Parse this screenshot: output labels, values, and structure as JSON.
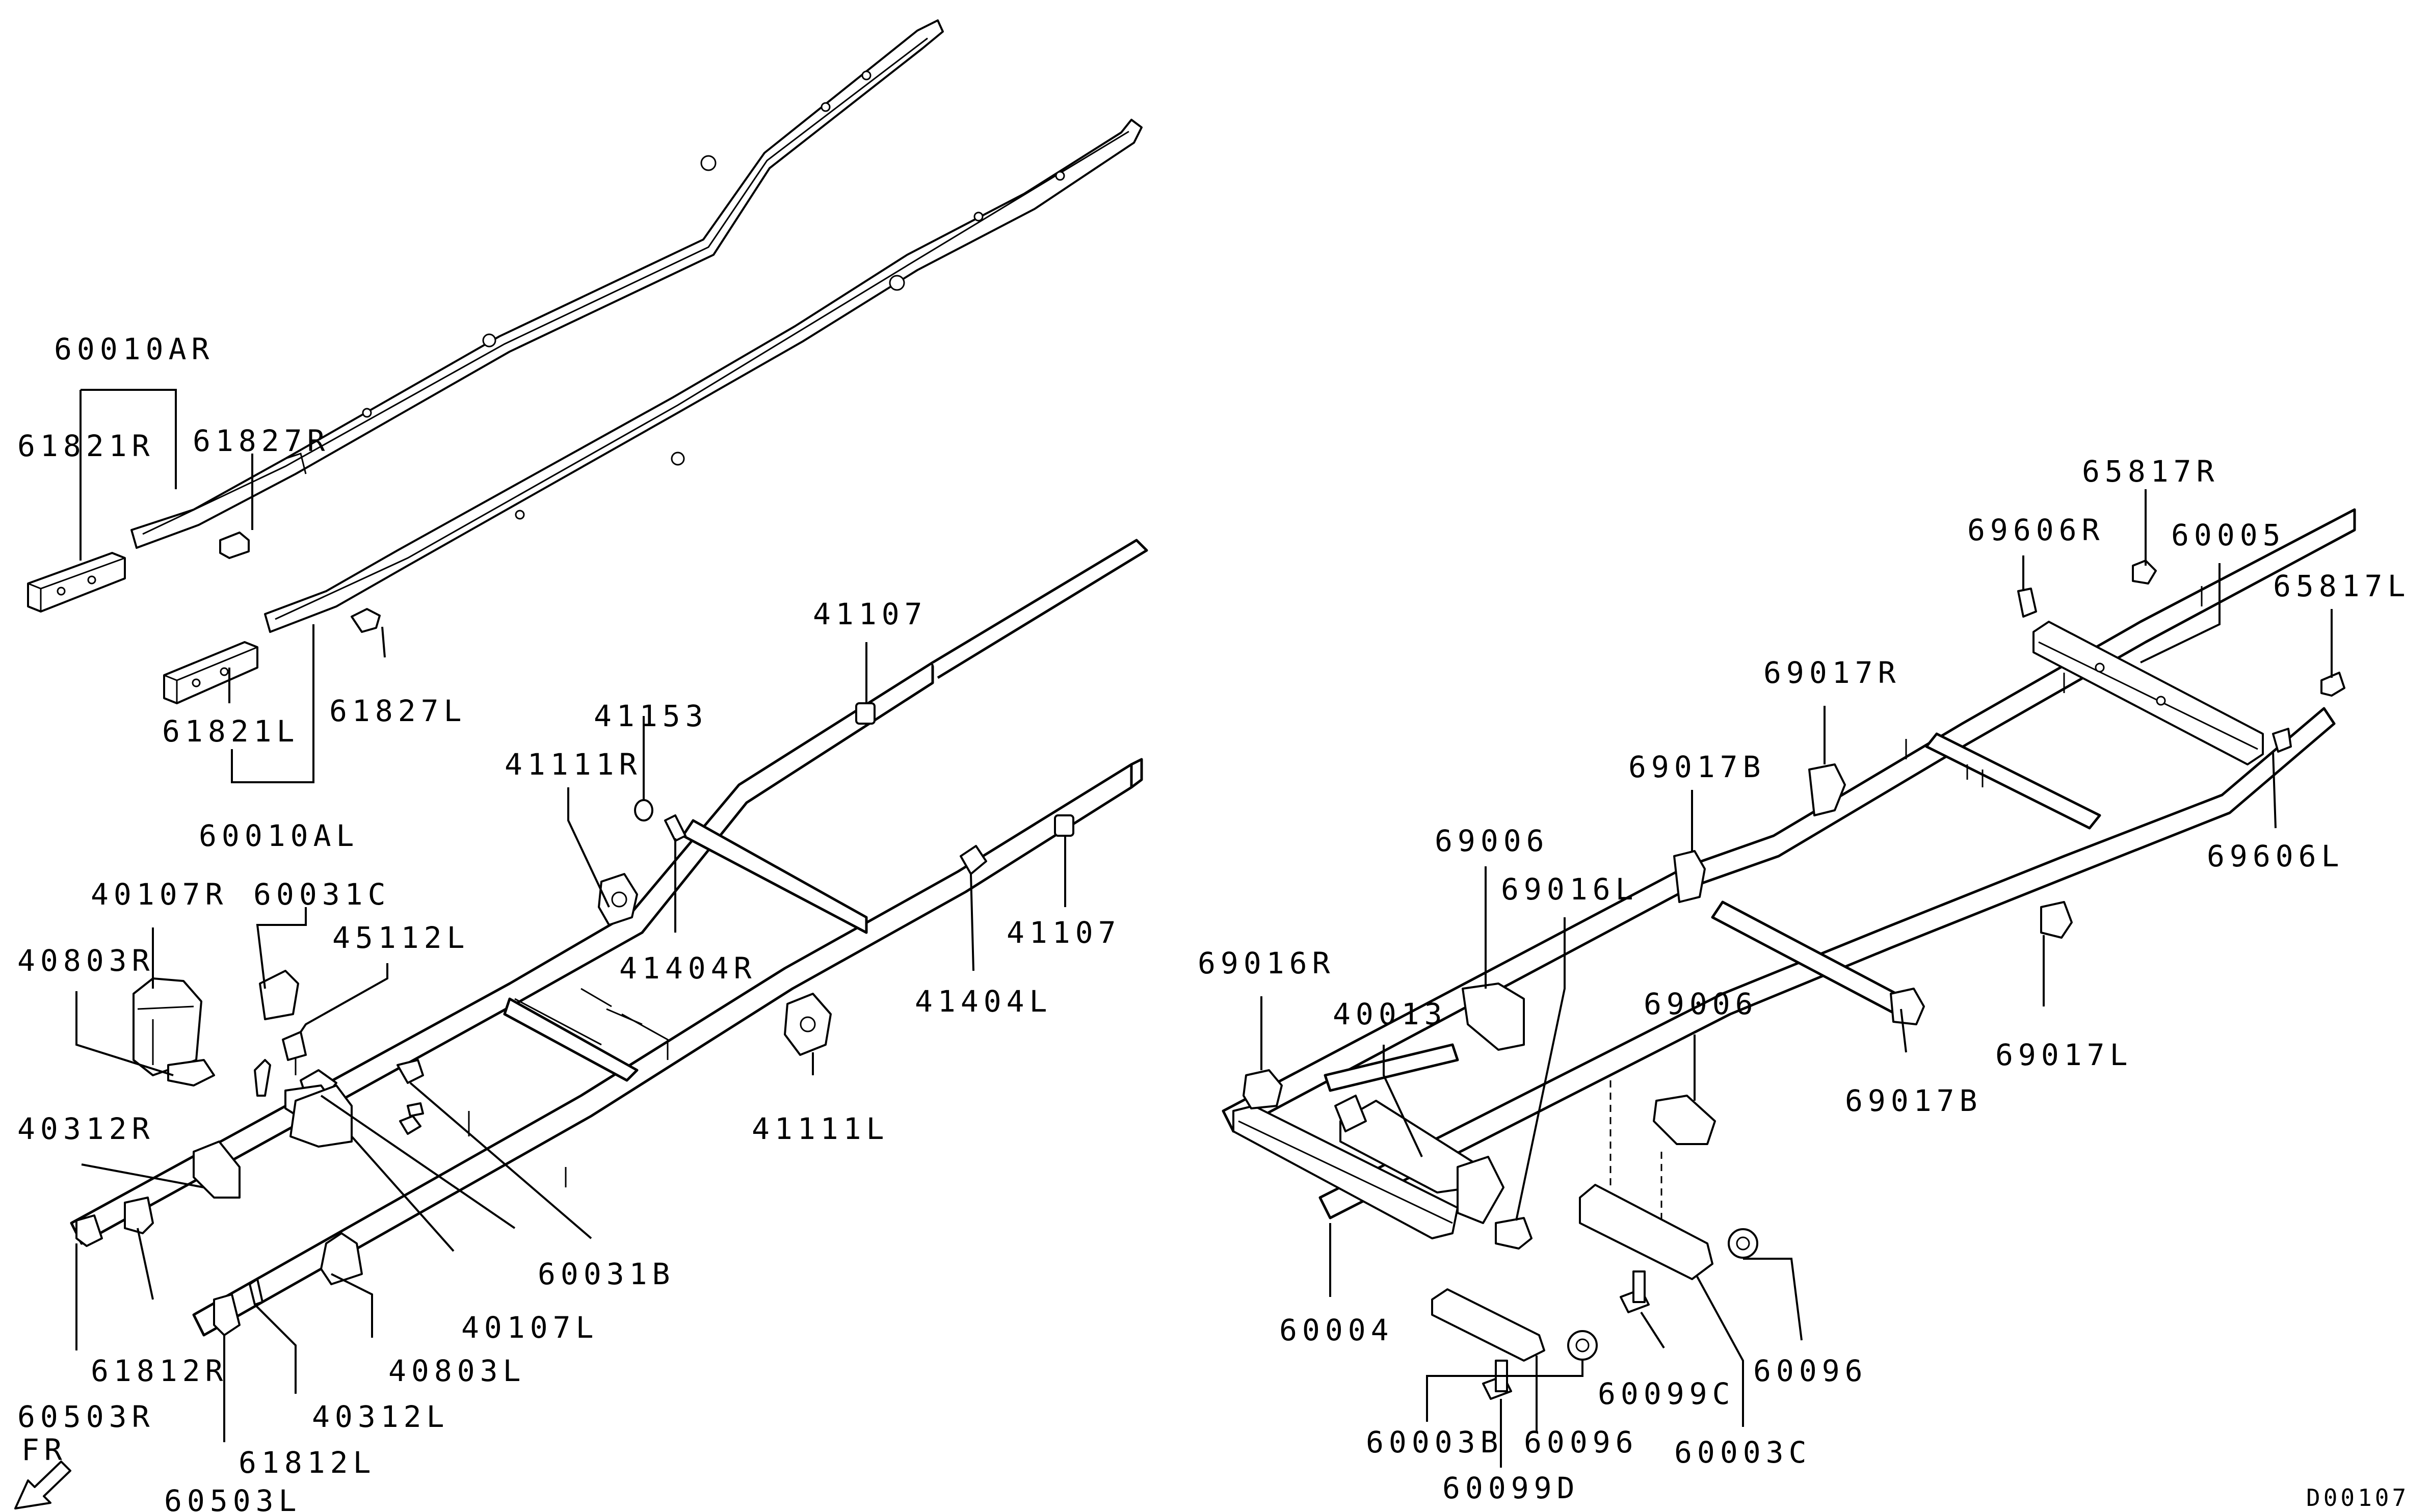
{
  "labels": {
    "l_60010AR": "60010AR",
    "l_61821R": "61821R",
    "l_61827R": "61827R",
    "l_61821L": "61821L",
    "l_61827L": "61827L",
    "l_60010AL": "60010AL",
    "l_41107a": "41107",
    "l_41153": "41153",
    "l_41111R": "41111R",
    "l_41404R": "41404R",
    "l_41107b": "41107",
    "l_41404L": "41404L",
    "l_41111L": "41111L",
    "l_40107R": "40107R",
    "l_60031C": "60031C",
    "l_45112L": "45112L",
    "l_40803R": "40803R",
    "l_40312R": "40312R",
    "l_60031B": "60031B",
    "l_40107L": "40107L",
    "l_40803L": "40803L",
    "l_61812R": "61812R",
    "l_60503R": "60503R",
    "l_40312L": "40312L",
    "l_61812L": "61812L",
    "l_60503L": "60503L",
    "l_65817R": "65817R",
    "l_69606R": "69606R",
    "l_60005": "60005",
    "l_65817L": "65817L",
    "l_69017R": "69017R",
    "l_69017B_top": "69017B",
    "l_69606L": "69606L",
    "l_69006_top": "69006",
    "l_69016L": "69016L",
    "l_69016R": "69016R",
    "l_40013": "40013",
    "l_69006_mid": "69006",
    "l_69017L": "69017L",
    "l_69017B_mid": "69017B",
    "l_60004": "60004",
    "l_60099C": "60099C",
    "l_60096_right": "60096",
    "l_60003B": "60003B",
    "l_60096_bottom": "60096",
    "l_60003C": "60003C",
    "l_60099D": "60099D"
  },
  "fr_label": "FR",
  "diagram_code": "D00107",
  "icons": {
    "front_arrow": "arrow-down-left-icon"
  }
}
